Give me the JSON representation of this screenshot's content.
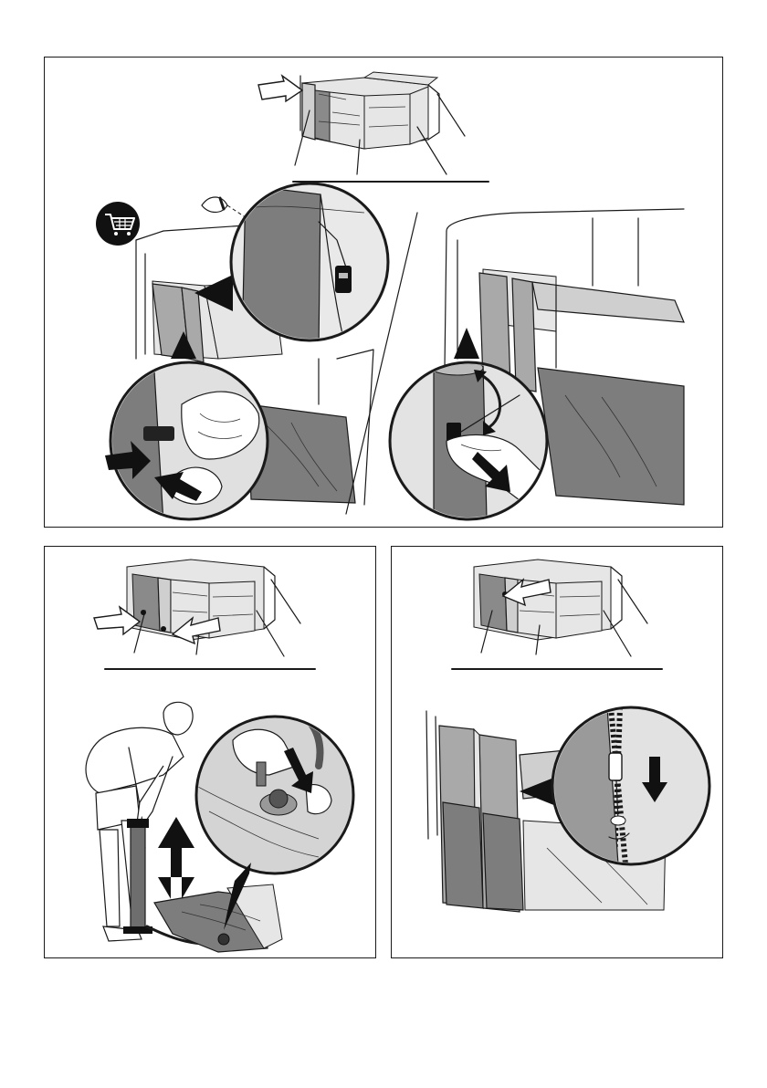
{
  "page": {
    "background": "#ffffff",
    "line_color": "#1a1a1a"
  },
  "panels": [
    {
      "id": "top",
      "icons": [
        "shopping-cart-icon",
        "eye-icon"
      ]
    },
    {
      "id": "bottom-left",
      "icons": []
    },
    {
      "id": "bottom-right",
      "icons": []
    }
  ]
}
